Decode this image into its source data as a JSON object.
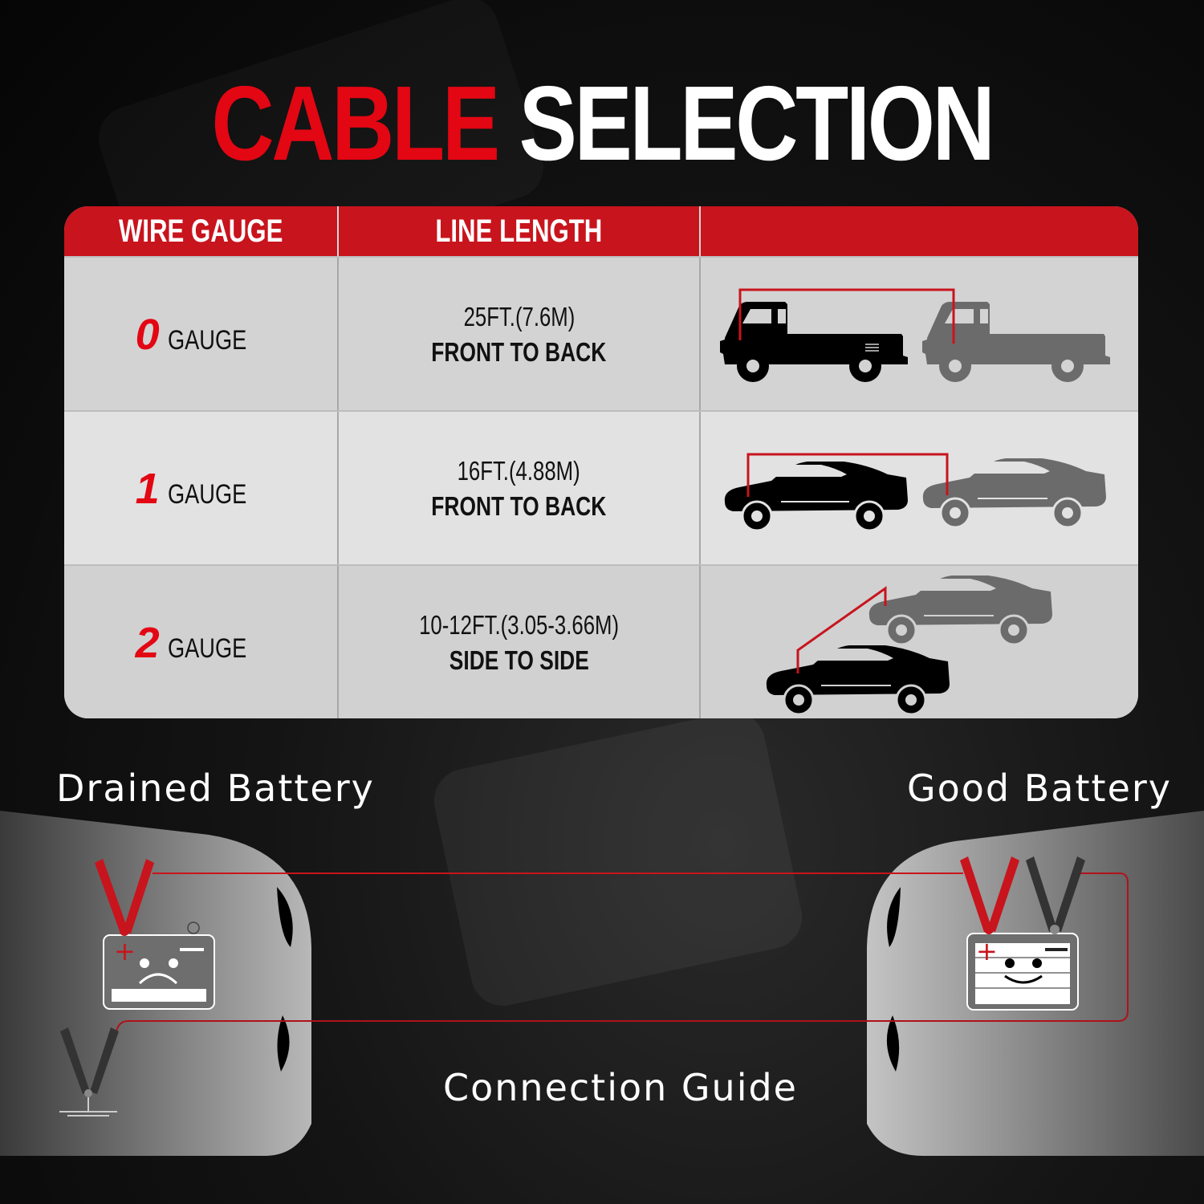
{
  "title": {
    "part1": "CABLE",
    "part2": "SELECTION"
  },
  "colors": {
    "accent_red": "#e30613",
    "header_red": "#c8141d",
    "table_bg": "#d6d6d6",
    "row_light": "#e2e2e2",
    "row_dark": "#d1d1d1"
  },
  "table": {
    "headers": [
      "WIRE GAUGE",
      "LINE LENGTH",
      ""
    ],
    "rows": [
      {
        "gauge_number": "0",
        "gauge_label": "GAUGE",
        "length": "25FT.(7.6M)",
        "direction": "FRONT TO BACK",
        "illustration": "two-pickup-trucks-front-to-back"
      },
      {
        "gauge_number": "1",
        "gauge_label": "GAUGE",
        "length": "16FT.(4.88M)",
        "direction": "FRONT TO BACK",
        "illustration": "two-cars-front-to-back"
      },
      {
        "gauge_number": "2",
        "gauge_label": "GAUGE",
        "length": "10-12FT.(3.05-3.66M)",
        "direction": "SIDE TO SIDE",
        "illustration": "two-cars-side-to-side"
      }
    ]
  },
  "guide": {
    "drained_label": "Drained Battery",
    "good_label": "Good Battery",
    "caption": "Connection Guide",
    "plus_symbol": "+",
    "minus_symbol": "−"
  }
}
